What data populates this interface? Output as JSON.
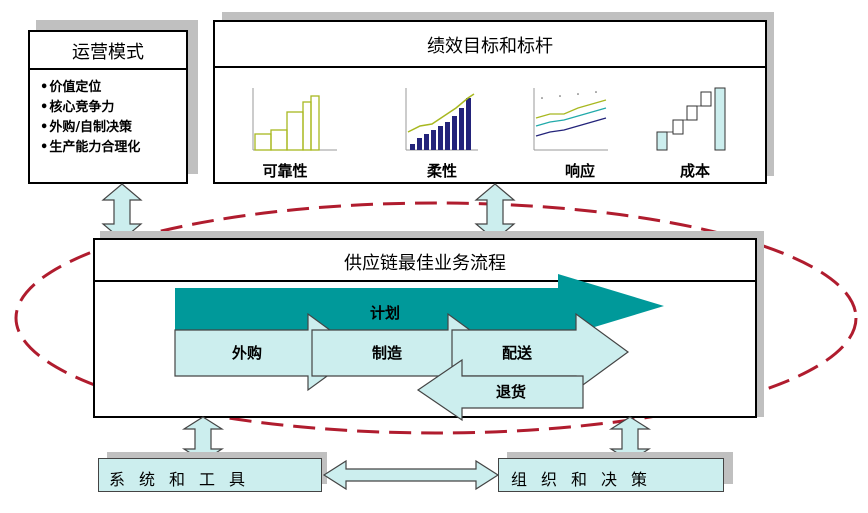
{
  "operating_model": {
    "title": "运营模式",
    "bullets": [
      "价值定位",
      "核心竞争力",
      "外购/自制决策",
      "生产能力合理化"
    ]
  },
  "performance": {
    "title": "绩效目标和标杆",
    "charts": [
      {
        "label": "可靠性"
      },
      {
        "label": "柔性"
      },
      {
        "label": "响应"
      },
      {
        "label": "成本"
      }
    ]
  },
  "process": {
    "title": "供应链最佳业务流程",
    "plan": "计划",
    "source": "外购",
    "make": "制造",
    "deliver": "配送",
    "return": "退货"
  },
  "bottom": {
    "systems": "系统和工具",
    "organization": "组织和决策"
  },
  "colors": {
    "teal": "#00999a",
    "light_teal": "#cceeee",
    "dashed": "#b01c2e",
    "navy": "#23237a",
    "olive": "#a8b820"
  }
}
